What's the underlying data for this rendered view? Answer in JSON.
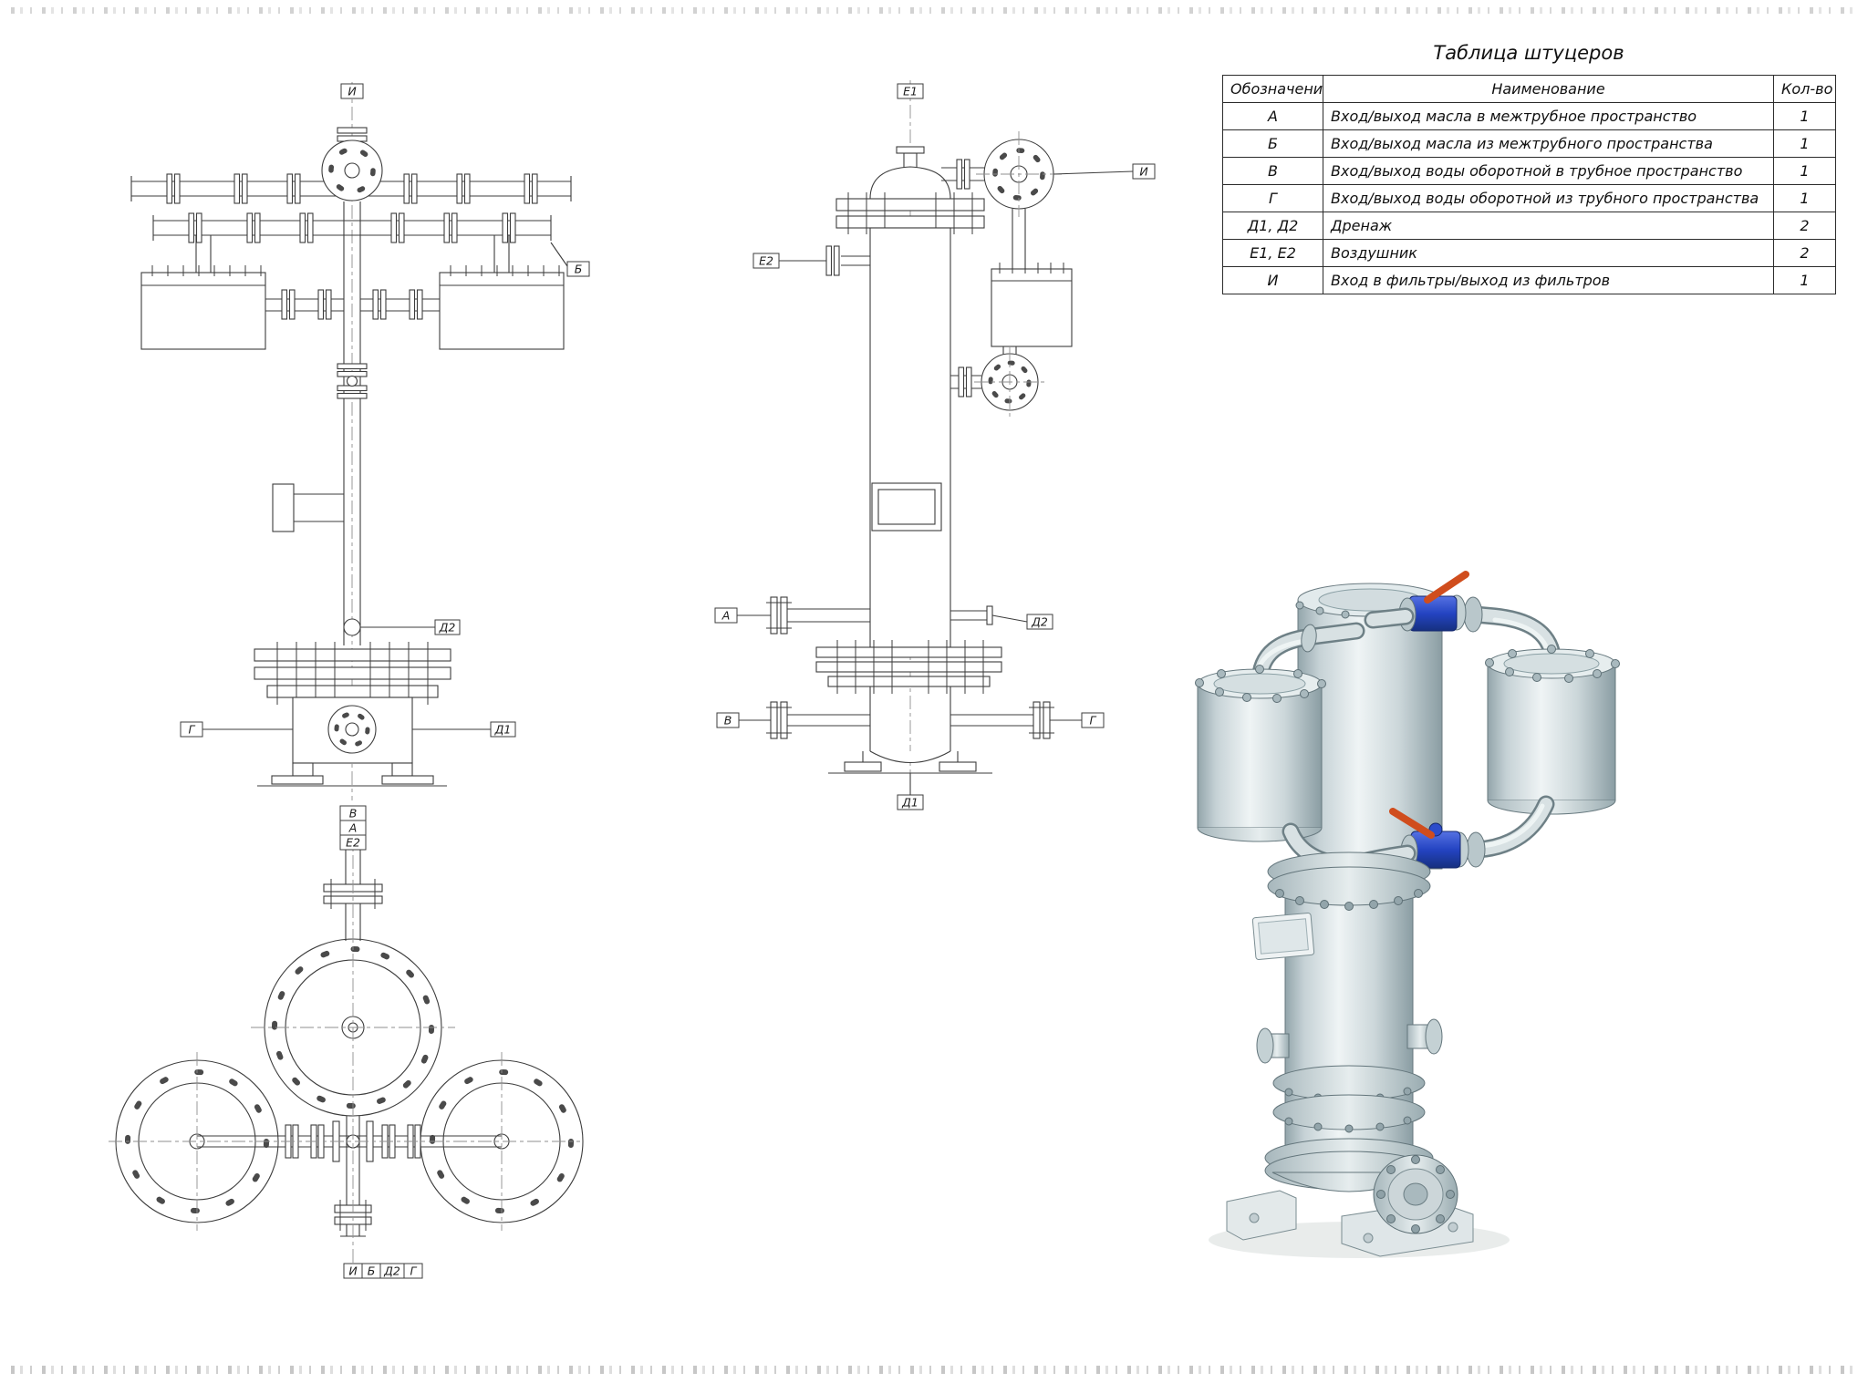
{
  "sheet": {
    "background": "#ffffff",
    "line_color": "#3d3d3d",
    "centerline_color": "#8f8f8f"
  },
  "nozzle_table": {
    "title": "Таблица штуцеров",
    "headers": {
      "designation": "Обозначение",
      "name": "Наименование",
      "qty": "Кол-во"
    },
    "rows": [
      {
        "designation": "А",
        "name": "Вход/выход масла в межтрубное пространство",
        "qty": "1"
      },
      {
        "designation": "Б",
        "name": "Вход/выход масла из межтрубного пространства",
        "qty": "1"
      },
      {
        "designation": "В",
        "name": "Вход/выход воды оборотной в трубное пространство",
        "qty": "1"
      },
      {
        "designation": "Г",
        "name": "Вход/выход воды оборотной из трубного пространства",
        "qty": "1"
      },
      {
        "designation": "Д1, Д2",
        "name": "Дренаж",
        "qty": "2"
      },
      {
        "designation": "Е1, Е2",
        "name": "Воздушник",
        "qty": "2"
      },
      {
        "designation": "И",
        "name": "Вход в фильтры/выход из фильтров",
        "qty": "1"
      }
    ]
  },
  "views": {
    "front": {
      "labels": {
        "i": "И",
        "b": "Б",
        "d2": "Д2",
        "g": "Г",
        "d1": "Д1"
      }
    },
    "side": {
      "labels": {
        "e1": "Е1",
        "e2": "Е2",
        "i": "И",
        "a": "А",
        "d2": "Д2",
        "v": "В",
        "g": "Г",
        "d1": "Д1"
      }
    },
    "top": {
      "labels": {
        "v": "В",
        "a": "А",
        "e2": "Е2",
        "i": "И",
        "b": "Б",
        "d2": "Д2",
        "g": "Г"
      }
    }
  },
  "render": {
    "body_color": "#c9d4d8",
    "valve_color": "#2444c2",
    "lever_color": "#d04d1d"
  }
}
